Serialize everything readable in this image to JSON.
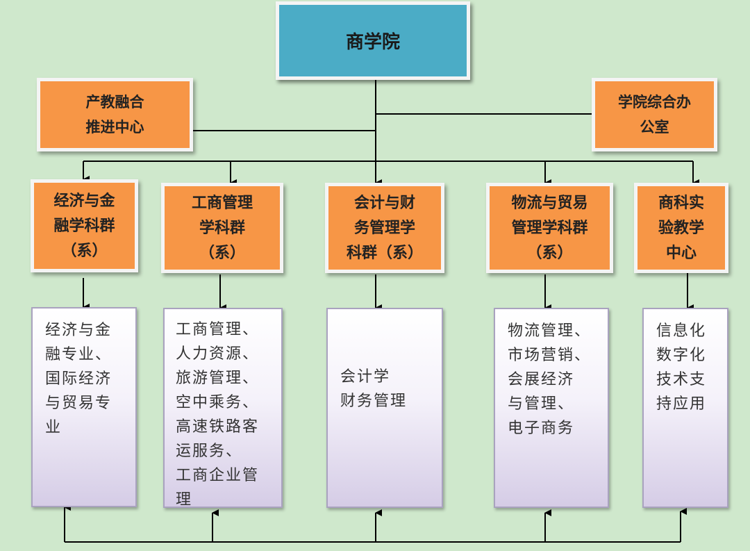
{
  "root": {
    "label": "商学院"
  },
  "side_units": [
    {
      "label": "产教融合\n推进中心"
    },
    {
      "label": "学院综合办\n公室"
    }
  ],
  "departments": [
    {
      "label": "经济与金\n融学科群\n（系）",
      "details": [
        "经济与金",
        "融专业、",
        "国际经济",
        "与贸易专",
        "业"
      ]
    },
    {
      "label": "工商管理\n学科群\n（系）",
      "details": [
        "工商管理、",
        "人力资源、",
        "旅游管理、",
        "空中乘务、",
        "高速铁路客",
        "运服务、",
        "工商企业管",
        "理"
      ]
    },
    {
      "label": "会计与财\n务管理学\n科群（系）",
      "details": [
        "会计学",
        "财务管理"
      ]
    },
    {
      "label": "物流与贸易\n管理学科群\n（系）",
      "details": [
        "物流管理、",
        "市场营销、",
        "会展经济",
        "与管理、",
        "电子商务"
      ]
    },
    {
      "label": "商科实\n验教学\n中心",
      "details": [
        "信息化",
        "数字化",
        "技术支",
        "持应用"
      ]
    }
  ]
}
